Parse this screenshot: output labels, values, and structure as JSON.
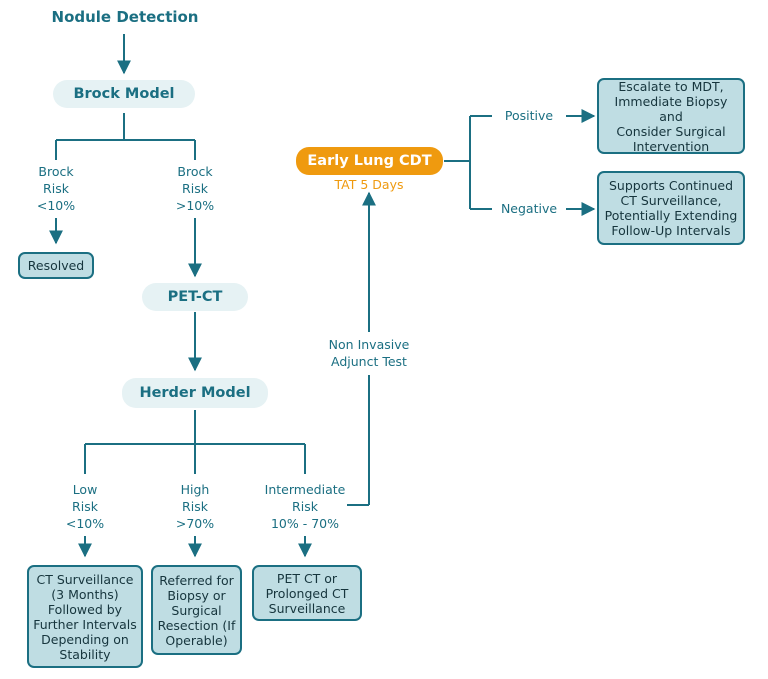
{
  "title": "Nodule Detection",
  "brock_model": "Brock Model",
  "brock_low": [
    "Brock",
    "Risk",
    "<10%"
  ],
  "brock_high": [
    "Brock",
    "Risk",
    ">10%"
  ],
  "resolved": "Resolved",
  "pet_ct": "PET-CT",
  "herder_model": "Herder Model",
  "herder_low": [
    "Low",
    "Risk",
    "<10%"
  ],
  "herder_high": [
    "High",
    "Risk",
    ">70%"
  ],
  "herder_mid": [
    "Intermediate",
    "Risk",
    "10% - 70%"
  ],
  "outcome_low": [
    "CT Surveillance",
    "(3 Months)",
    "Followed by",
    "Further Intervals",
    "Depending on",
    "Stability"
  ],
  "outcome_high": [
    "Referred for",
    "Biopsy or",
    "Surgical",
    "Resection (If",
    "Operable)"
  ],
  "outcome_mid": [
    "PET CT or",
    "Prolonged CT",
    "Surveillance"
  ],
  "adjunct": [
    "Non Invasive",
    "Adjunct Test"
  ],
  "cdt_label": "Early Lung CDT",
  "cdt_tat": "TAT 5 Days",
  "positive": "Positive",
  "negative": "Negative",
  "positive_outcome": [
    "Escalate to MDT,",
    "Immediate Biopsy and",
    "Consider Surgical",
    "Intervention"
  ],
  "negative_outcome": [
    "Supports Continued",
    "CT Surveillance,",
    "Potentially Extending",
    "Follow-Up Intervals"
  ],
  "colors": {
    "teal": "#1b6f82",
    "pill_bg": "#e6f2f4",
    "box_bg": "#bfdde3",
    "orange": "#ef9a0f"
  }
}
